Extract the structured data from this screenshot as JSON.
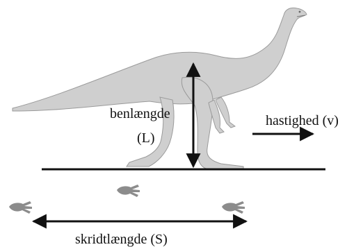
{
  "labels": {
    "leg_length": "benlængde",
    "leg_symbol": "(L)",
    "speed": "hastighed (v)",
    "stride_length": "skridtlængde (S)"
  },
  "colors": {
    "dinosaur_fill": "#cfcfcf",
    "dinosaur_stroke": "#9a9a9a",
    "footprint": "#8c8c8c",
    "ink": "#111111"
  },
  "icons": {
    "animal": "dinosaur-silhouette-icon",
    "footprint": "three-toed-footprint-icon"
  }
}
